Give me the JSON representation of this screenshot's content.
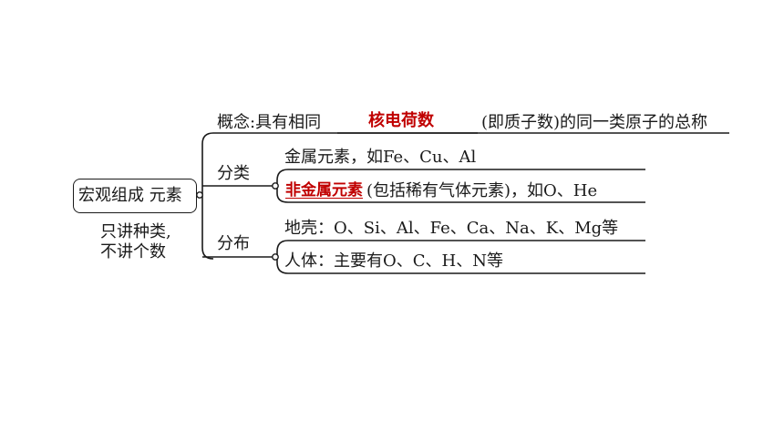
{
  "root": {
    "label": "宏观组成 元素",
    "note_line1": "只讲种类,",
    "note_line2": "不讲个数"
  },
  "concept": {
    "prefix": "概念:具有相同",
    "answer": "核电荷数",
    "suffix": "(即质子数)的同一类原子的总称"
  },
  "classification": {
    "label": "分类",
    "item1": "金属元素，如Fe、Cu、Al",
    "item2_answer": "非金属元素",
    "item2_rest": "(包括稀有气体元素)，如O、He"
  },
  "distribution": {
    "label": "分布",
    "item1": "地壳：O、Si、Al、Fe、Ca、Na、K、Mg等",
    "item2": "人体：主要有O、C、H、N等"
  }
}
